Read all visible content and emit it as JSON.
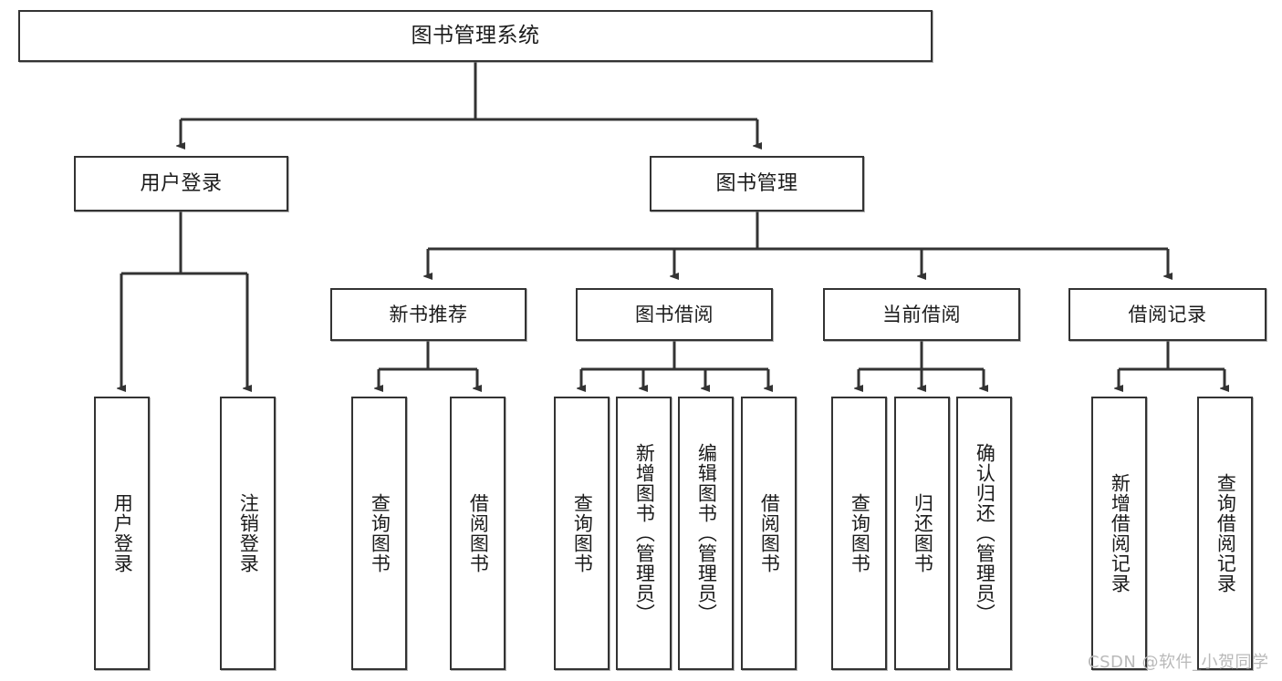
{
  "diagram": {
    "title": "图书管理系统",
    "watermark": "CSDN @软件_小贺同学",
    "stroke_color": "#333333",
    "background_color": "#ffffff",
    "text_color": "#1b1b1b"
  },
  "nodes": {
    "root": {
      "label": "图书管理系统"
    },
    "level2": [
      {
        "label": "用户登录"
      },
      {
        "label": "图书管理"
      }
    ],
    "level3": [
      {
        "label": "新书推荐"
      },
      {
        "label": "图书借阅"
      },
      {
        "label": "当前借阅"
      },
      {
        "label": "借阅记录"
      }
    ],
    "leaves": [
      {
        "label": "用户登录"
      },
      {
        "label": "注销登录"
      },
      {
        "label": "查询图书"
      },
      {
        "label": "借阅图书"
      },
      {
        "label": "查询图书"
      },
      {
        "label": "新增图书（管理员）"
      },
      {
        "label": "编辑图书（管理员）"
      },
      {
        "label": "借阅图书"
      },
      {
        "label": "查询图书"
      },
      {
        "label": "归还图书"
      },
      {
        "label": "确认归还（管理员）"
      },
      {
        "label": "新增借阅记录"
      },
      {
        "label": "查询借阅记录"
      }
    ]
  },
  "chart_data": {
    "type": "tree",
    "title": "图书管理系统",
    "orientation": "top-down",
    "root": {
      "label": "图书管理系统",
      "children": [
        {
          "label": "用户登录",
          "children": [
            {
              "label": "用户登录"
            },
            {
              "label": "注销登录"
            }
          ]
        },
        {
          "label": "图书管理",
          "children": [
            {
              "label": "新书推荐",
              "children": [
                {
                  "label": "查询图书"
                },
                {
                  "label": "借阅图书"
                }
              ]
            },
            {
              "label": "图书借阅",
              "children": [
                {
                  "label": "查询图书"
                },
                {
                  "label": "新增图书（管理员）"
                },
                {
                  "label": "编辑图书（管理员）"
                },
                {
                  "label": "借阅图书"
                }
              ]
            },
            {
              "label": "当前借阅",
              "children": [
                {
                  "label": "查询图书"
                },
                {
                  "label": "归还图书"
                },
                {
                  "label": "确认归还（管理员）"
                }
              ]
            },
            {
              "label": "借阅记录",
              "children": [
                {
                  "label": "新增借阅记录"
                },
                {
                  "label": "查询借阅记录"
                }
              ]
            }
          ]
        }
      ]
    }
  }
}
